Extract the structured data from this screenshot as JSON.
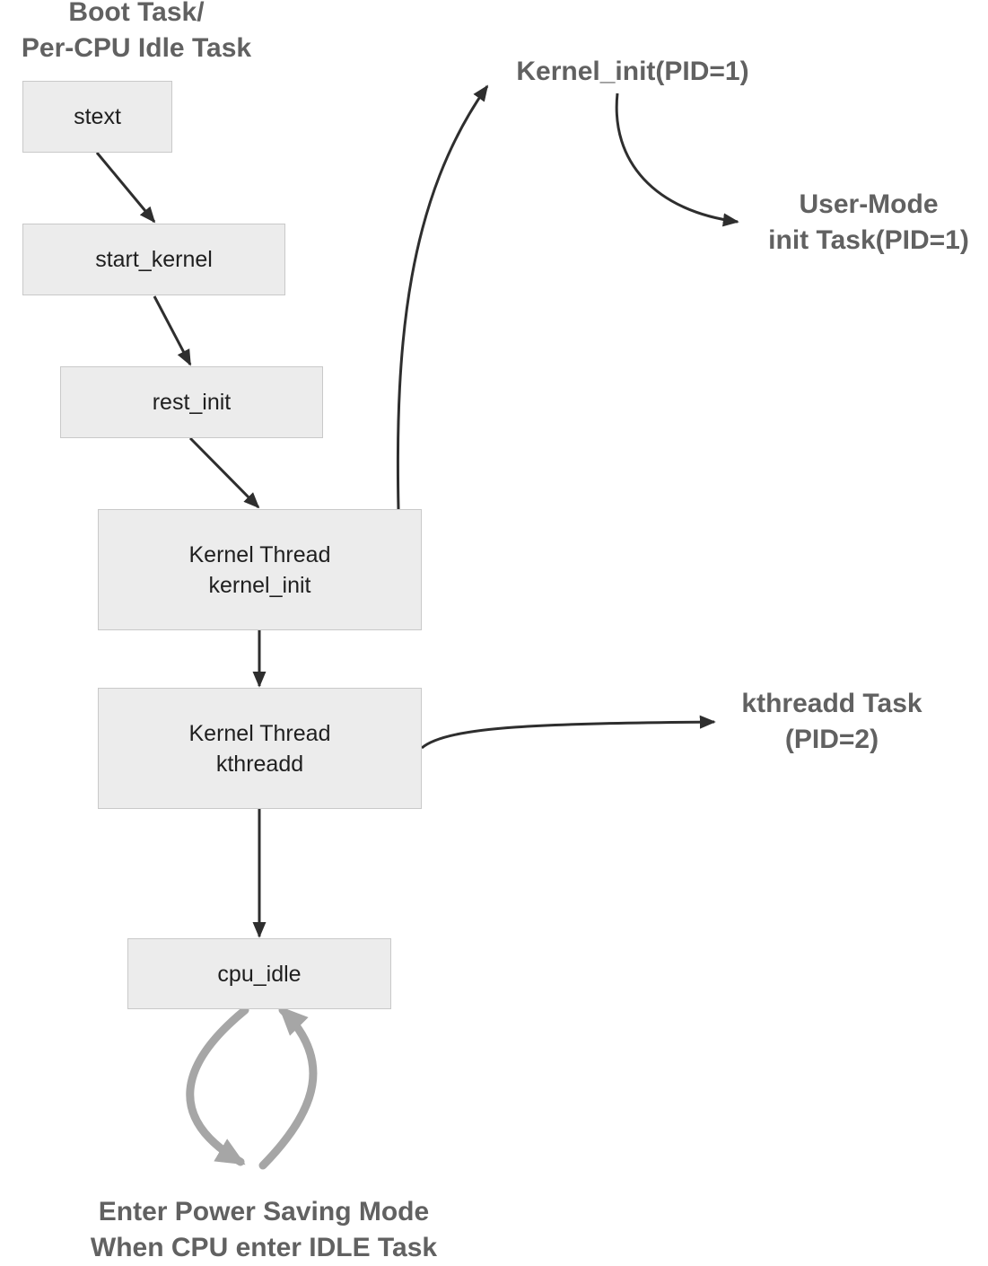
{
  "title": {
    "line1": "Boot Task/",
    "line2": "Per-CPU Idle Task"
  },
  "nodes": {
    "stext": "stext",
    "start_kernel": "start_kernel",
    "rest_init": "rest_init",
    "kernel_init_thread": {
      "line1": "Kernel Thread",
      "line2": "kernel_init"
    },
    "kthreadd_thread": {
      "line1": "Kernel Thread",
      "line2": "kthreadd"
    },
    "cpu_idle": "cpu_idle"
  },
  "outputs": {
    "kernel_init_pid": "Kernel_init(PID=1)",
    "user_mode_init": {
      "line1": "User-Mode",
      "line2": "init Task(PID=1)"
    },
    "kthreadd_task": {
      "line1": "kthreadd Task",
      "line2": "(PID=2)"
    }
  },
  "footer": {
    "line1": "Enter Power Saving Mode",
    "line2": "When CPU enter IDLE Task"
  },
  "colors": {
    "box_fill": "#ececec",
    "box_border": "#c9c9c9",
    "label_text": "#616161",
    "arrow": "#2e2e2e",
    "loop_arrow": "#a6a6a6"
  }
}
